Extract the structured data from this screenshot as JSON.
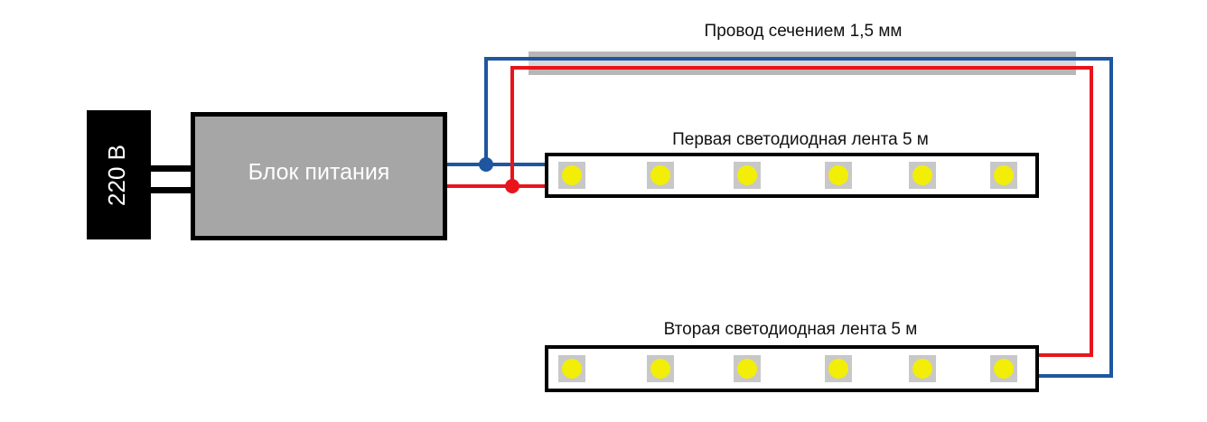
{
  "mains": {
    "label": "220 В"
  },
  "power_supply": {
    "label": "Блок питания"
  },
  "cable": {
    "label": "Провод сечением 1,5 мм"
  },
  "strip_1": {
    "label": "Первая светодиодная лента 5 м",
    "led_count": 6
  },
  "strip_2": {
    "label": "Вторая светодиодная лента 5 м",
    "led_count": 6
  },
  "colors": {
    "wire_positive": "#e8141c",
    "wire_negative": "#1f56a0",
    "cable_sheath": "#b7b7b7",
    "power_supply_fill": "#a6a6a6",
    "mains_fill": "#000000",
    "led_fill": "#f2ee08",
    "led_pad": "#c8c8c8"
  }
}
